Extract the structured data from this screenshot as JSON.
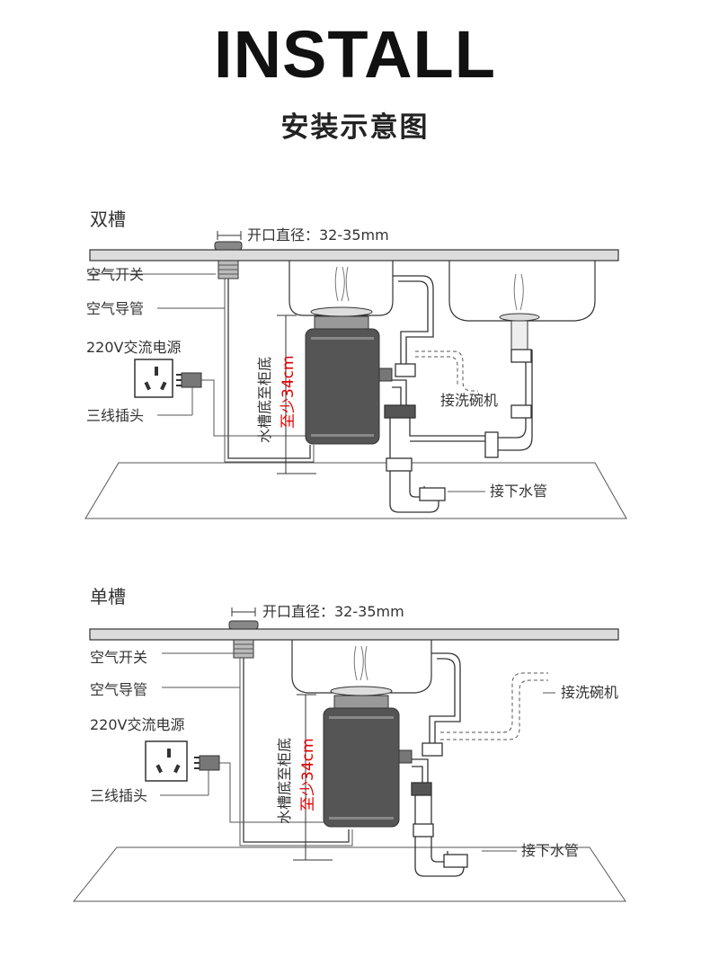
{
  "page": {
    "title": "INSTALL",
    "subtitle": "安装示意图"
  },
  "double_sink": {
    "heading": "双槽",
    "opening_label": "开口直径：32-35mm",
    "air_switch": "空气开关",
    "air_tube": "空气导管",
    "power_label": "220V交流电源",
    "plug_label": "三线插头",
    "vertical_label": "水槽底至柜底",
    "distance_label": "至少34cm",
    "dishwasher_label": "接洗碗机",
    "drain_label": "接下水管"
  },
  "single_sink": {
    "heading": "单槽",
    "opening_label": "开口直径：32-35mm",
    "air_switch": "空气开关",
    "air_tube": "空气导管",
    "power_label": "220V交流电源",
    "plug_label": "三线插头",
    "vertical_label": "水槽底至柜底",
    "distance_label": "至少34cm",
    "dishwasher_label": "接洗碗机",
    "drain_label": "接下水管"
  },
  "colors": {
    "line": "#333333",
    "accent": "#e00000",
    "counter": "#dcdcdc",
    "unit": "#555555"
  }
}
